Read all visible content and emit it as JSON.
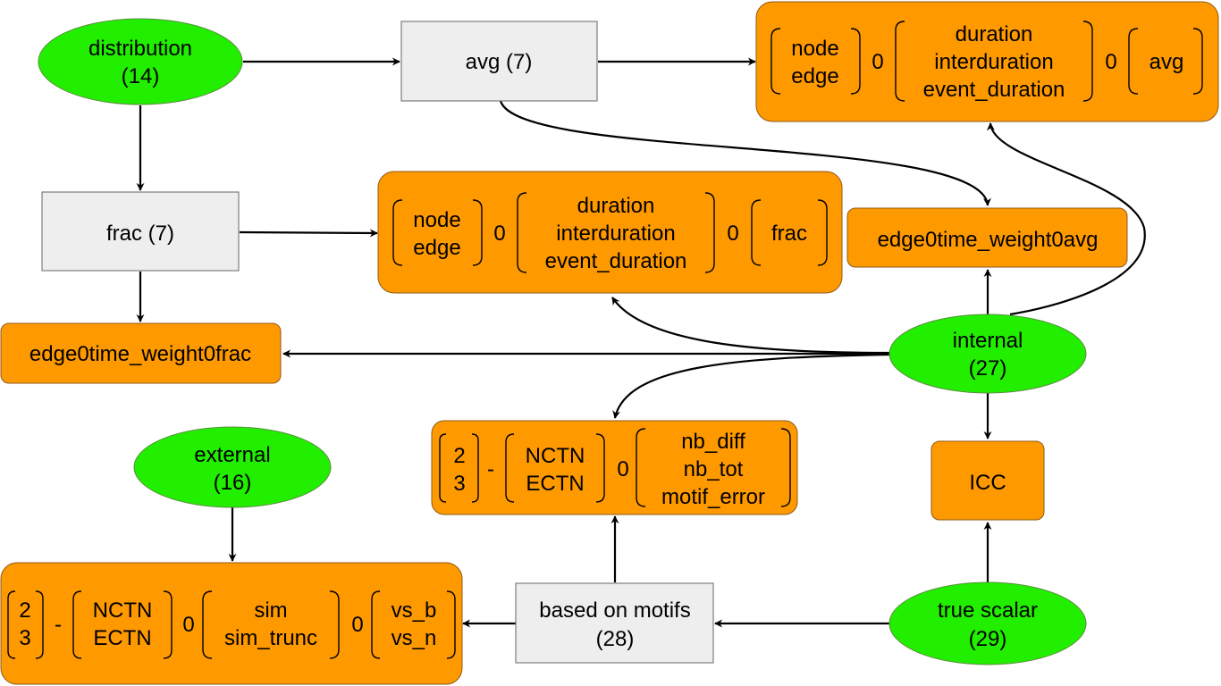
{
  "nodes": {
    "distribution": {
      "line1": "distribution",
      "line2": "(14)"
    },
    "avg": {
      "label": "avg (7)"
    },
    "frac": {
      "label": "frac (7)"
    },
    "internal": {
      "line1": "internal",
      "line2": "(27)"
    },
    "external": {
      "line1": "external",
      "line2": "(16)"
    },
    "true_scalar": {
      "line1": "true scalar",
      "line2": "(29)"
    },
    "based_on_motifs": {
      "line1": "based on motifs",
      "line2": "(28)"
    },
    "icc": {
      "label": "ICC"
    },
    "edge0time_weight0avg": {
      "label": "edge0time_weight0avg"
    },
    "edge0time_weight0frac": {
      "label": "edge0time_weight0frac"
    }
  },
  "avg_combo": {
    "g1": [
      "node",
      "edge"
    ],
    "sep1": "0",
    "g2": [
      "duration",
      "interduration",
      "event_duration"
    ],
    "sep2": "0",
    "g3": [
      "avg"
    ]
  },
  "frac_combo": {
    "g1": [
      "node",
      "edge"
    ],
    "sep1": "0",
    "g2": [
      "duration",
      "interduration",
      "event_duration"
    ],
    "sep2": "0",
    "g3": [
      "frac"
    ]
  },
  "motif_combo": {
    "g1": [
      "2",
      "3"
    ],
    "sep1": "-",
    "g2": [
      "NCTN",
      "ECTN"
    ],
    "sep2": "0",
    "g3": [
      "nb_diff",
      "nb_tot",
      "motif_error"
    ]
  },
  "external_combo": {
    "g1": [
      "2",
      "3"
    ],
    "sep1": "-",
    "g2": [
      "NCTN",
      "ECTN"
    ],
    "sep2": "0",
    "g3": [
      "sim",
      "sim_trunc"
    ],
    "sep3": "0",
    "g4": [
      "vs_b",
      "vs_n"
    ]
  }
}
